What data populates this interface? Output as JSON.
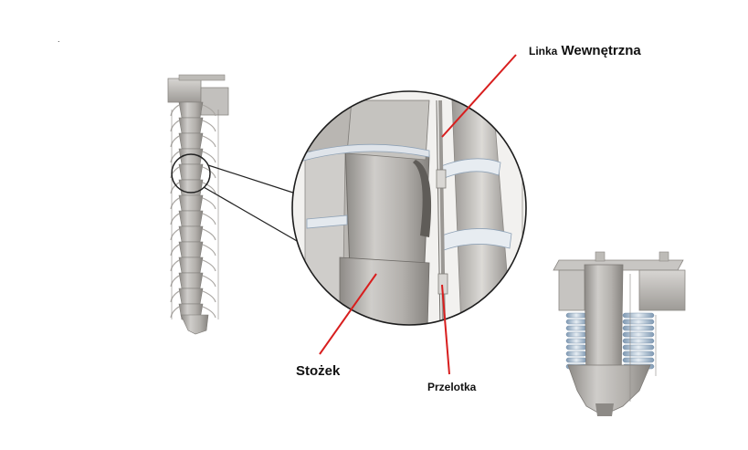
{
  "labels": {
    "linka_prefix": "Linka",
    "linka_main": "Wewnętrzna",
    "stozek": "Stożek",
    "przelotka": "Przelotka",
    "dot": "."
  },
  "colors": {
    "callout_line": "#d81e1e",
    "connector_line": "#222222",
    "metal_light": "#c9c7c4",
    "metal_mid": "#a9a6a2",
    "metal_dark": "#7d7a76"
  },
  "figures": {
    "left": "full-length-telescopic-chute",
    "magnified": "detail-circle-cone-and-inner-cable-guide",
    "right": "chute-head-assembly"
  }
}
